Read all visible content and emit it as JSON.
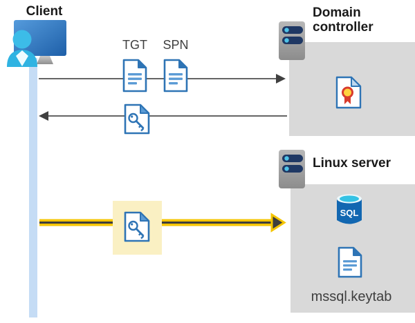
{
  "diagram": {
    "client": {
      "label": "Client"
    },
    "domain_controller": {
      "label": "Domain controller"
    },
    "linux_server": {
      "label": "Linux server"
    },
    "tickets": {
      "tgt_label": "TGT",
      "spn_label": "SPN"
    },
    "sql_badge": "SQL",
    "keytab_label": "mssql.keytab"
  },
  "colors": {
    "icon_border_blue": "#2E74B5",
    "icon_line_blue": "#5B9BD5",
    "panel_gray": "#D9D9D9",
    "lifeline_blue": "#C5DCF5",
    "highlight_cream": "#FAF0C3",
    "arrow_yellow": "#F5C500",
    "arrow_dark": "#3D3D3D",
    "line_gray": "#646464",
    "server_navy": "#1F3864",
    "server_dot_cyan": "#4FC3E8",
    "sql_blue": "#1267B1",
    "sql_top_cyan": "#35C2E4",
    "person_cyan": "#35BCE5",
    "cert_gold": "#FFD23E",
    "cert_red": "#D83B2D"
  }
}
